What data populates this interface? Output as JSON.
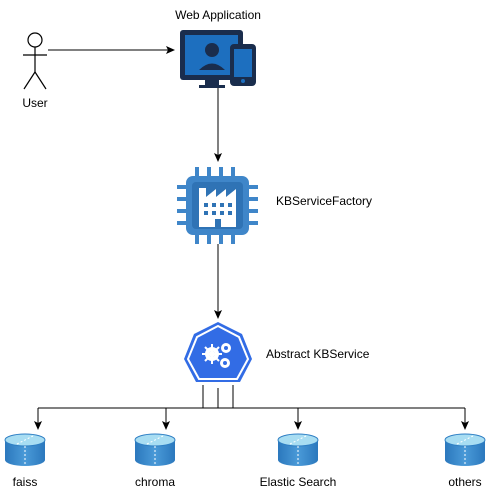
{
  "nodes": {
    "user": {
      "label": "User",
      "icon": "stick-figure-icon"
    },
    "web_app": {
      "label": "Web Application",
      "icon": "monitor-phone-icon"
    },
    "factory": {
      "label": "KBServiceFactory",
      "icon": "factory-chip-icon"
    },
    "abstract": {
      "label": "Abstract KBService",
      "icon": "gears-hexagon-icon"
    },
    "stores": [
      {
        "label": "faiss",
        "icon": "database-icon"
      },
      {
        "label": "chroma",
        "icon": "database-icon"
      },
      {
        "label": "Elastic Search",
        "icon": "database-icon"
      },
      {
        "label": "others",
        "icon": "database-icon"
      }
    ]
  },
  "colors": {
    "primary_blue": "#1d6fbf",
    "dark_navy": "#1a2d4d",
    "chip_blue": "#3f86c9",
    "db_top": "#a8ddf2",
    "db_body": "#2f7fc4",
    "line": "#000000"
  }
}
